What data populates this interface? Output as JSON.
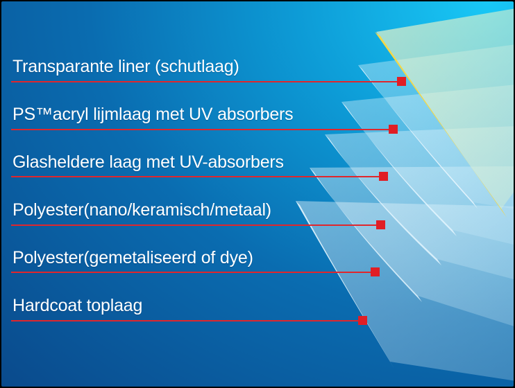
{
  "layers": [
    {
      "label": "Transparante liner (schutlaag)"
    },
    {
      "label": "PS™acryl lijmlaag met UV absorbers"
    },
    {
      "label": "Glasheldere laag met UV-absorbers"
    },
    {
      "label": "Polyester(nano/keramisch/metaal)"
    },
    {
      "label": "Polyester(gemetaliseerd of dye)"
    },
    {
      "label": "Hardcoat toplaag"
    }
  ],
  "colors": {
    "background_light": "#19c8f6",
    "background_dark": "#0a4a8c",
    "leader_line": "#e0262c",
    "marker": "#e01e25",
    "liner_edge": "#f2d84a",
    "text": "#ffffff"
  }
}
